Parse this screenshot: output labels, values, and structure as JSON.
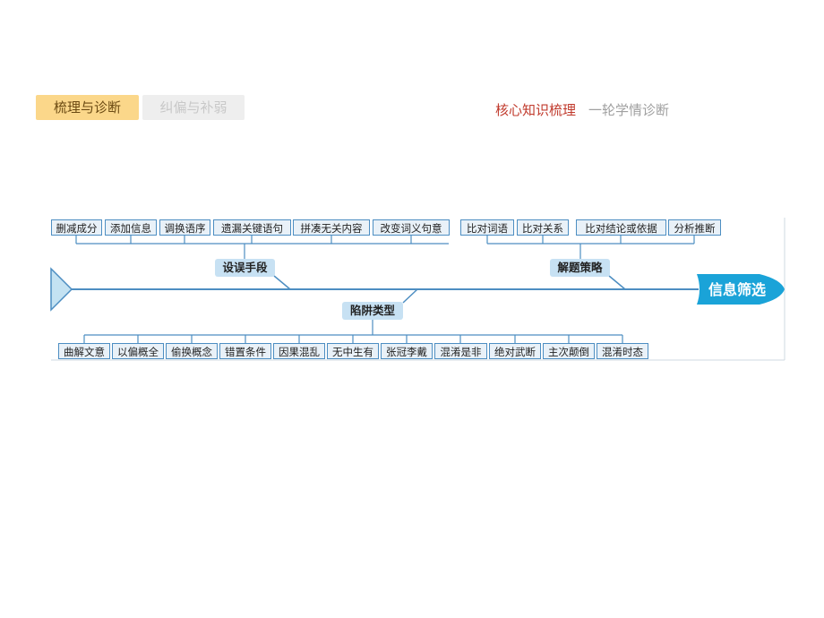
{
  "tabs": {
    "active": "梳理与诊断",
    "inactive": "纠偏与补弱"
  },
  "header": {
    "section": "核心知识梳理",
    "subsection": "一轮学情诊断"
  },
  "diagram": {
    "head": "信息筛选",
    "branches": {
      "methods": {
        "label": "设误手段",
        "items": [
          "删减成分",
          "添加信息",
          "调换语序",
          "遗漏关键语句",
          "拼凑无关内容",
          "改变词义句意"
        ]
      },
      "strategies": {
        "label": "解题策略",
        "items": [
          "比对词语",
          "比对关系",
          "比对结论或依据",
          "分析推断"
        ]
      },
      "traps": {
        "label": "陷阱类型",
        "items": [
          "曲解文意",
          "以偏概全",
          "偷换概念",
          "错置条件",
          "因果混乱",
          "无中生有",
          "张冠李戴",
          "混淆是非",
          "绝对武断",
          "主次颠倒",
          "混淆时态"
        ]
      }
    },
    "colors": {
      "line": "#4d8ec2",
      "box_fill": "#e9f1f8",
      "node_fill": "#c7e1f3",
      "head_fill": "#1aa3d8"
    }
  }
}
